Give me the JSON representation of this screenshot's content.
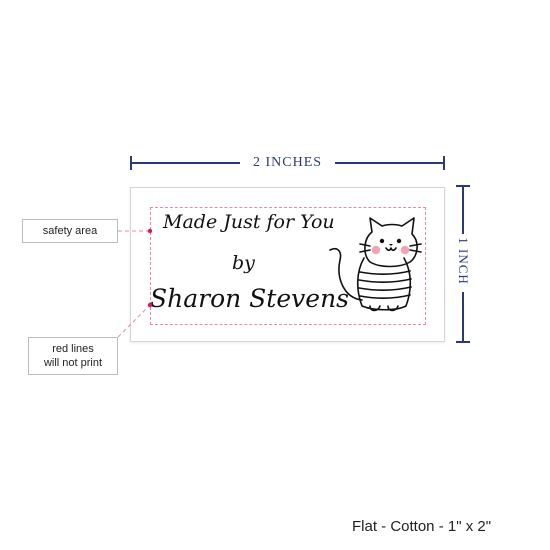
{
  "dimensions": {
    "width_label": "2 INCHES",
    "height_label": "1 INCH"
  },
  "label": {
    "line1": "Made Just for You",
    "line2": "by",
    "line3": "Sharon Stevens",
    "illustration": "striped-cat"
  },
  "callouts": {
    "safety_area": "safety area",
    "red_lines_1": "red lines",
    "red_lines_2": "will not print"
  },
  "footer": "Flat - Cotton - 1\" x 2\"",
  "colors": {
    "dimension": "#2a3a78",
    "guide": "#e98aa4",
    "cheeks": "#f4a2b6"
  }
}
